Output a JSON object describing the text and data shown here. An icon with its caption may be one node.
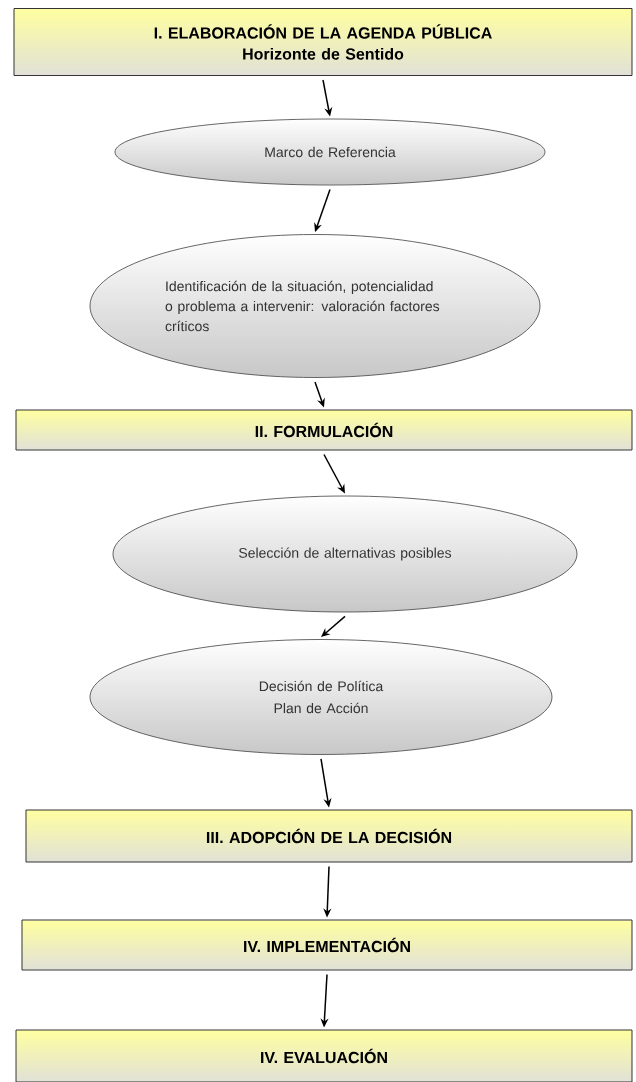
{
  "diagram": {
    "nodes": [
      {
        "text": [
          "I. ELABORACIÓN DE LA AGENDA PÚBLICA",
          "Horizonte de Sentido"
        ]
      },
      {
        "text": [
          "Marco de Referencia"
        ]
      },
      {
        "text": [
          "Identificación de la situación, potencialidad o problema a intervenir: valoración factores críticos"
        ]
      },
      {
        "text": [
          "II. FORMULACIÓN"
        ]
      },
      {
        "text": [
          "Selección de alternativas posibles"
        ]
      },
      {
        "text": [
          "Decisión de Política",
          "Plan de Acción"
        ]
      },
      {
        "text": [
          "III. ADOPCIÓN DE LA DECISIÓN"
        ]
      },
      {
        "text": [
          "IV. IMPLEMENTACIÓN"
        ]
      },
      {
        "text": [
          "IV. EVALUACIÓN"
        ]
      }
    ],
    "edges": [
      {
        "from": 0,
        "to": 1,
        "arrow": "to"
      },
      {
        "from": 1,
        "to": 2,
        "arrow": "to"
      },
      {
        "from": 2,
        "to": 3,
        "arrow": "to"
      },
      {
        "from": 3,
        "to": 4,
        "arrow": "to"
      },
      {
        "from": 4,
        "to": 5,
        "arrow": "to"
      },
      {
        "from": 5,
        "to": 6,
        "arrow": "to"
      },
      {
        "from": 6,
        "to": 7,
        "arrow": "to"
      },
      {
        "from": 7,
        "to": 8,
        "arrow": "to"
      }
    ]
  }
}
